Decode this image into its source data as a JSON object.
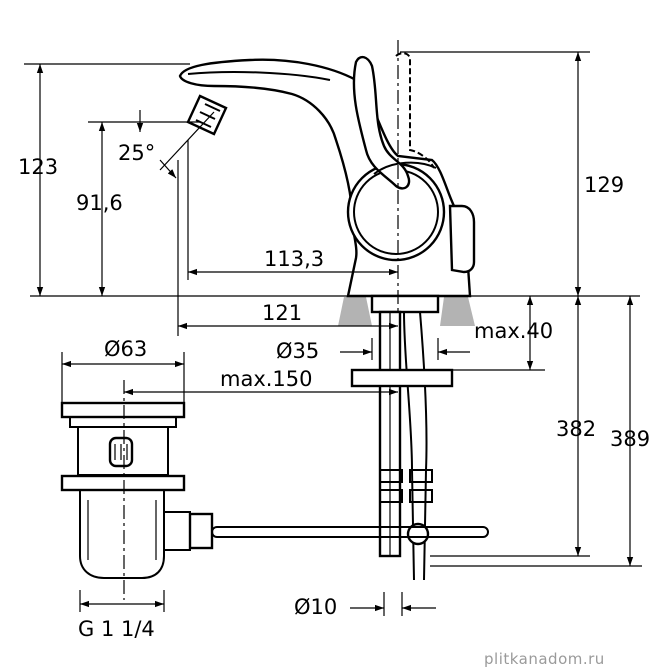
{
  "dimensions": {
    "height_123": "123",
    "height_91_6": "91,6",
    "angle_25": "25°",
    "height_129": "129",
    "reach_113_3": "113,3",
    "reach_121": "121",
    "dia_35": "Ø35",
    "max_40": "max.40",
    "dia_63": "Ø63",
    "max_150": "max.150",
    "length_382": "382",
    "length_389": "389",
    "dia_10": "Ø10",
    "thread_g": "G 1 1/4"
  },
  "watermark": "plitkanadom.ru",
  "colors": {
    "line": "#000000",
    "counter": "#b3b3b3",
    "background": "#ffffff"
  }
}
